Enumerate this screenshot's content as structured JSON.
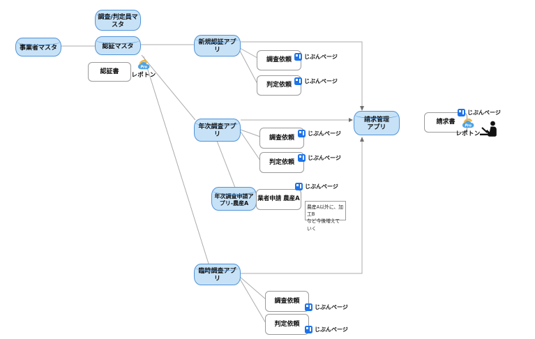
{
  "diagram": {
    "masters": {
      "business": "事業者マスタ",
      "inspector": "調査/判定員マ\nスタ",
      "auth": "認証マスタ"
    },
    "apps": {
      "new_auth": "新規認証アプリ",
      "annual_survey": "年次調査アプリ",
      "annual_application": "年次調査申請ア\nプリ-農産A",
      "temp_survey": "臨時調査アプリ",
      "billing": "請求管理\nアプリ"
    },
    "documents": {
      "certificate": "認証書",
      "invoice": "請求書",
      "survey_request": "調査依頼",
      "judgement_request": "判定依頼",
      "vendor_application": "業者申請 農産A"
    },
    "note": {
      "line1": "農産A以外に、加工B",
      "line2": "など今後増えていく"
    },
    "badges": {
      "jibun_page": "じぶんページ",
      "repoton": "レポトン",
      "pro": "Pro"
    },
    "colors": {
      "cylinder_fill": "#c7e2f7",
      "cylinder_border": "#4f93d8",
      "box_border": "#9a9a9a",
      "connector": "#ababab",
      "jibun_icon_blue": "#1e73e8",
      "cloud_blue": "#4fa3e3",
      "cloud_yellow": "#f2b33d"
    }
  }
}
